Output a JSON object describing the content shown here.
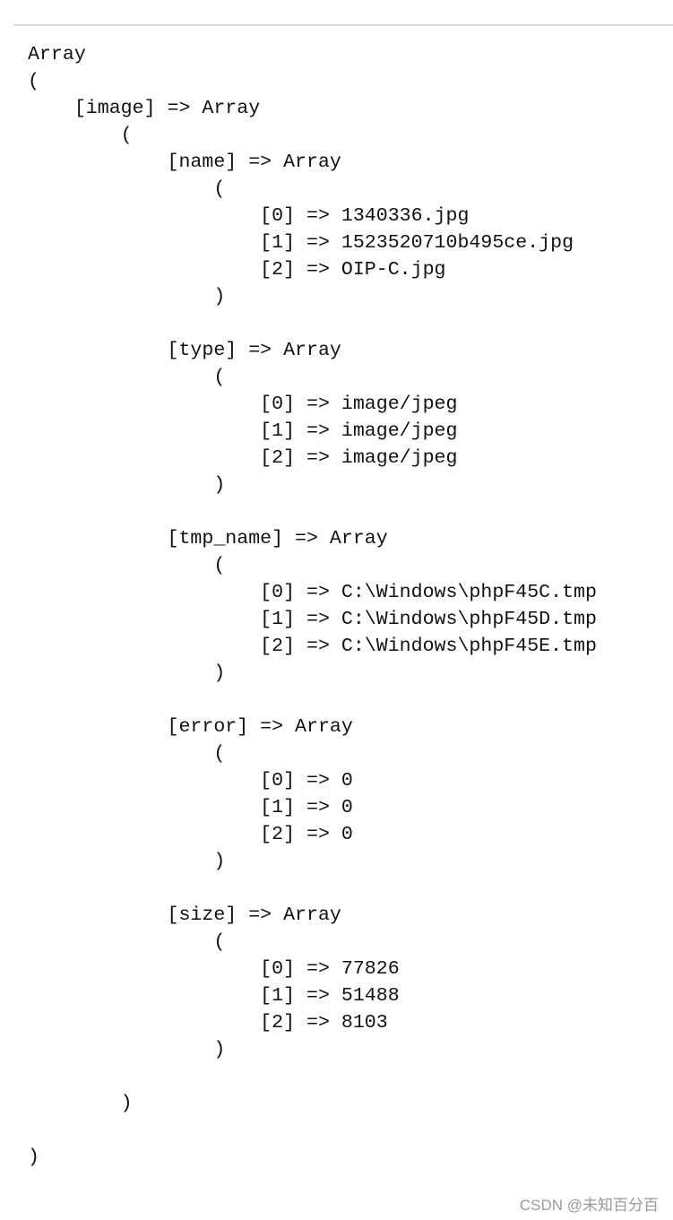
{
  "root_label": "Array",
  "root": {
    "image": {
      "name": [
        "1340336.jpg",
        "1523520710b495ce.jpg",
        "OIP-C.jpg"
      ],
      "type": [
        "image/jpeg",
        "image/jpeg",
        "image/jpeg"
      ],
      "tmp_name": [
        "C:\\Windows\\phpF45C.tmp",
        "C:\\Windows\\phpF45D.tmp",
        "C:\\Windows\\phpF45E.tmp"
      ],
      "error": [
        "0",
        "0",
        "0"
      ],
      "size": [
        "77826",
        "51488",
        "8103"
      ]
    }
  },
  "watermark": "CSDN @未知百分百"
}
